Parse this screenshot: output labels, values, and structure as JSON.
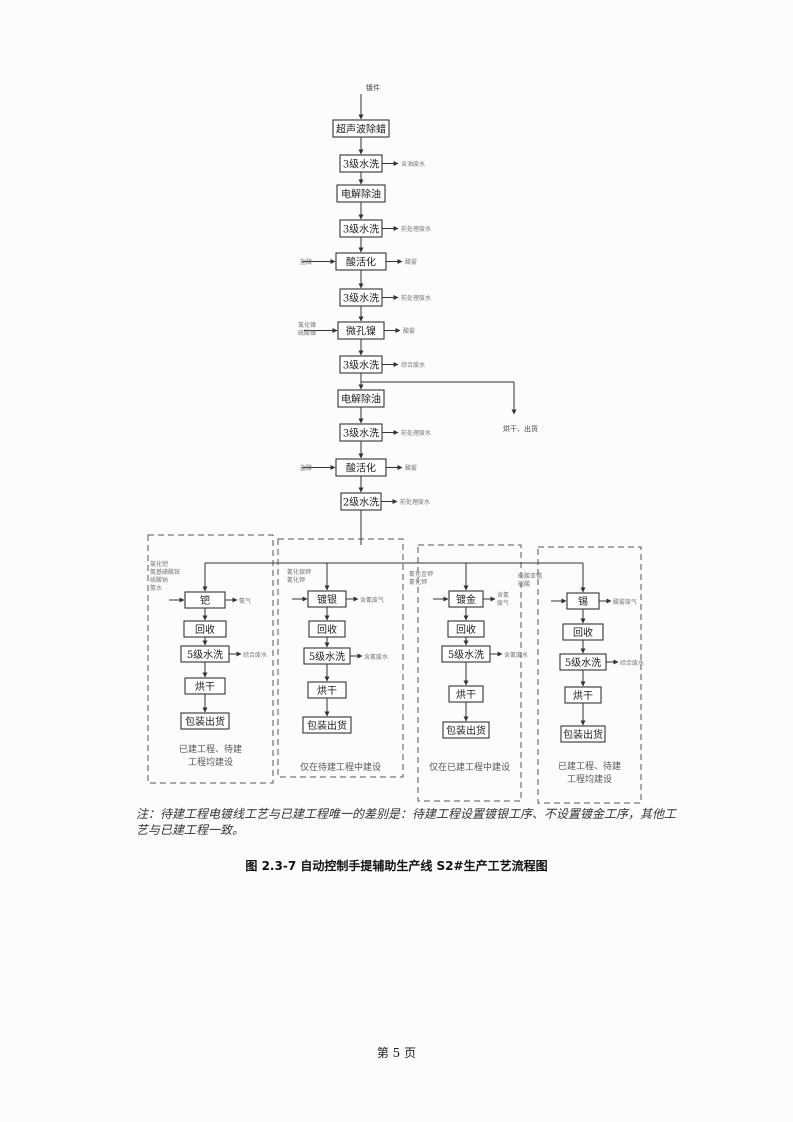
{
  "flow": {
    "input": "镀件",
    "main_steps": [
      "超声波除蜡",
      "3级水洗",
      "电解除油",
      "3级水洗",
      "酸活化",
      "3级水洗",
      "微孔镍",
      "3级水洗",
      "电解除油",
      "3级水洗",
      "酸活化",
      "2级水洗"
    ],
    "side_outputs": [
      "含油废水",
      "前处理废水",
      "酸雾",
      "前处理废水",
      "酸雾",
      "综合废水",
      "前处理废水",
      "酸雾",
      "前处理废水"
    ],
    "side_inputs": [
      "盐酸",
      "氯化镍",
      "硫酸镍",
      "盐酸"
    ],
    "branch_exit": "烘干、出货"
  },
  "groups": [
    {
      "inputs": [
        "氯化钯",
        "氨基磺酸铵",
        "硫酸钠",
        "氨水"
      ],
      "steps": [
        "钯",
        "回收",
        "5级水洗",
        "烘干",
        "包装出货"
      ],
      "outputs": [
        "氨气",
        "综合废水"
      ],
      "note": [
        "已建工程、待建",
        "工程均建设"
      ]
    },
    {
      "inputs": [
        "氰化银钾",
        "氰化钾"
      ],
      "steps": [
        "镀银",
        "回收",
        "5级水洗",
        "烘干",
        "包装出货"
      ],
      "outputs": [
        "含氰废气",
        "含氰废水"
      ],
      "note": [
        "仅在待建工程中建设"
      ]
    },
    {
      "inputs": [
        "氰化金钾",
        "氰化钾"
      ],
      "steps": [
        "镀金",
        "回收",
        "5级水洗",
        "烘干",
        "包装出货"
      ],
      "outputs": [
        "含氰",
        "废气",
        "含氰废水"
      ],
      "note": [
        "仅在已建工程中建设"
      ]
    },
    {
      "inputs": [
        "硫酸亚锡",
        "硫酸"
      ],
      "steps": [
        "锡",
        "回收",
        "5级水洗",
        "烘干",
        "包装出货"
      ],
      "outputs": [
        "酸雾废气",
        "综合废水"
      ],
      "note": [
        "已建工程、待建",
        "工程均建设"
      ]
    }
  ],
  "note": "注：待建工程电镀线工艺与已建工程唯一的差别是：待建工程设置镀银工序、不设置镀金工序，其他工艺与已建工程一致。",
  "caption": "图 2.3-7 自动控制手提辅助生产线 S2#生产工艺流程图",
  "page_number": "第 5 页"
}
